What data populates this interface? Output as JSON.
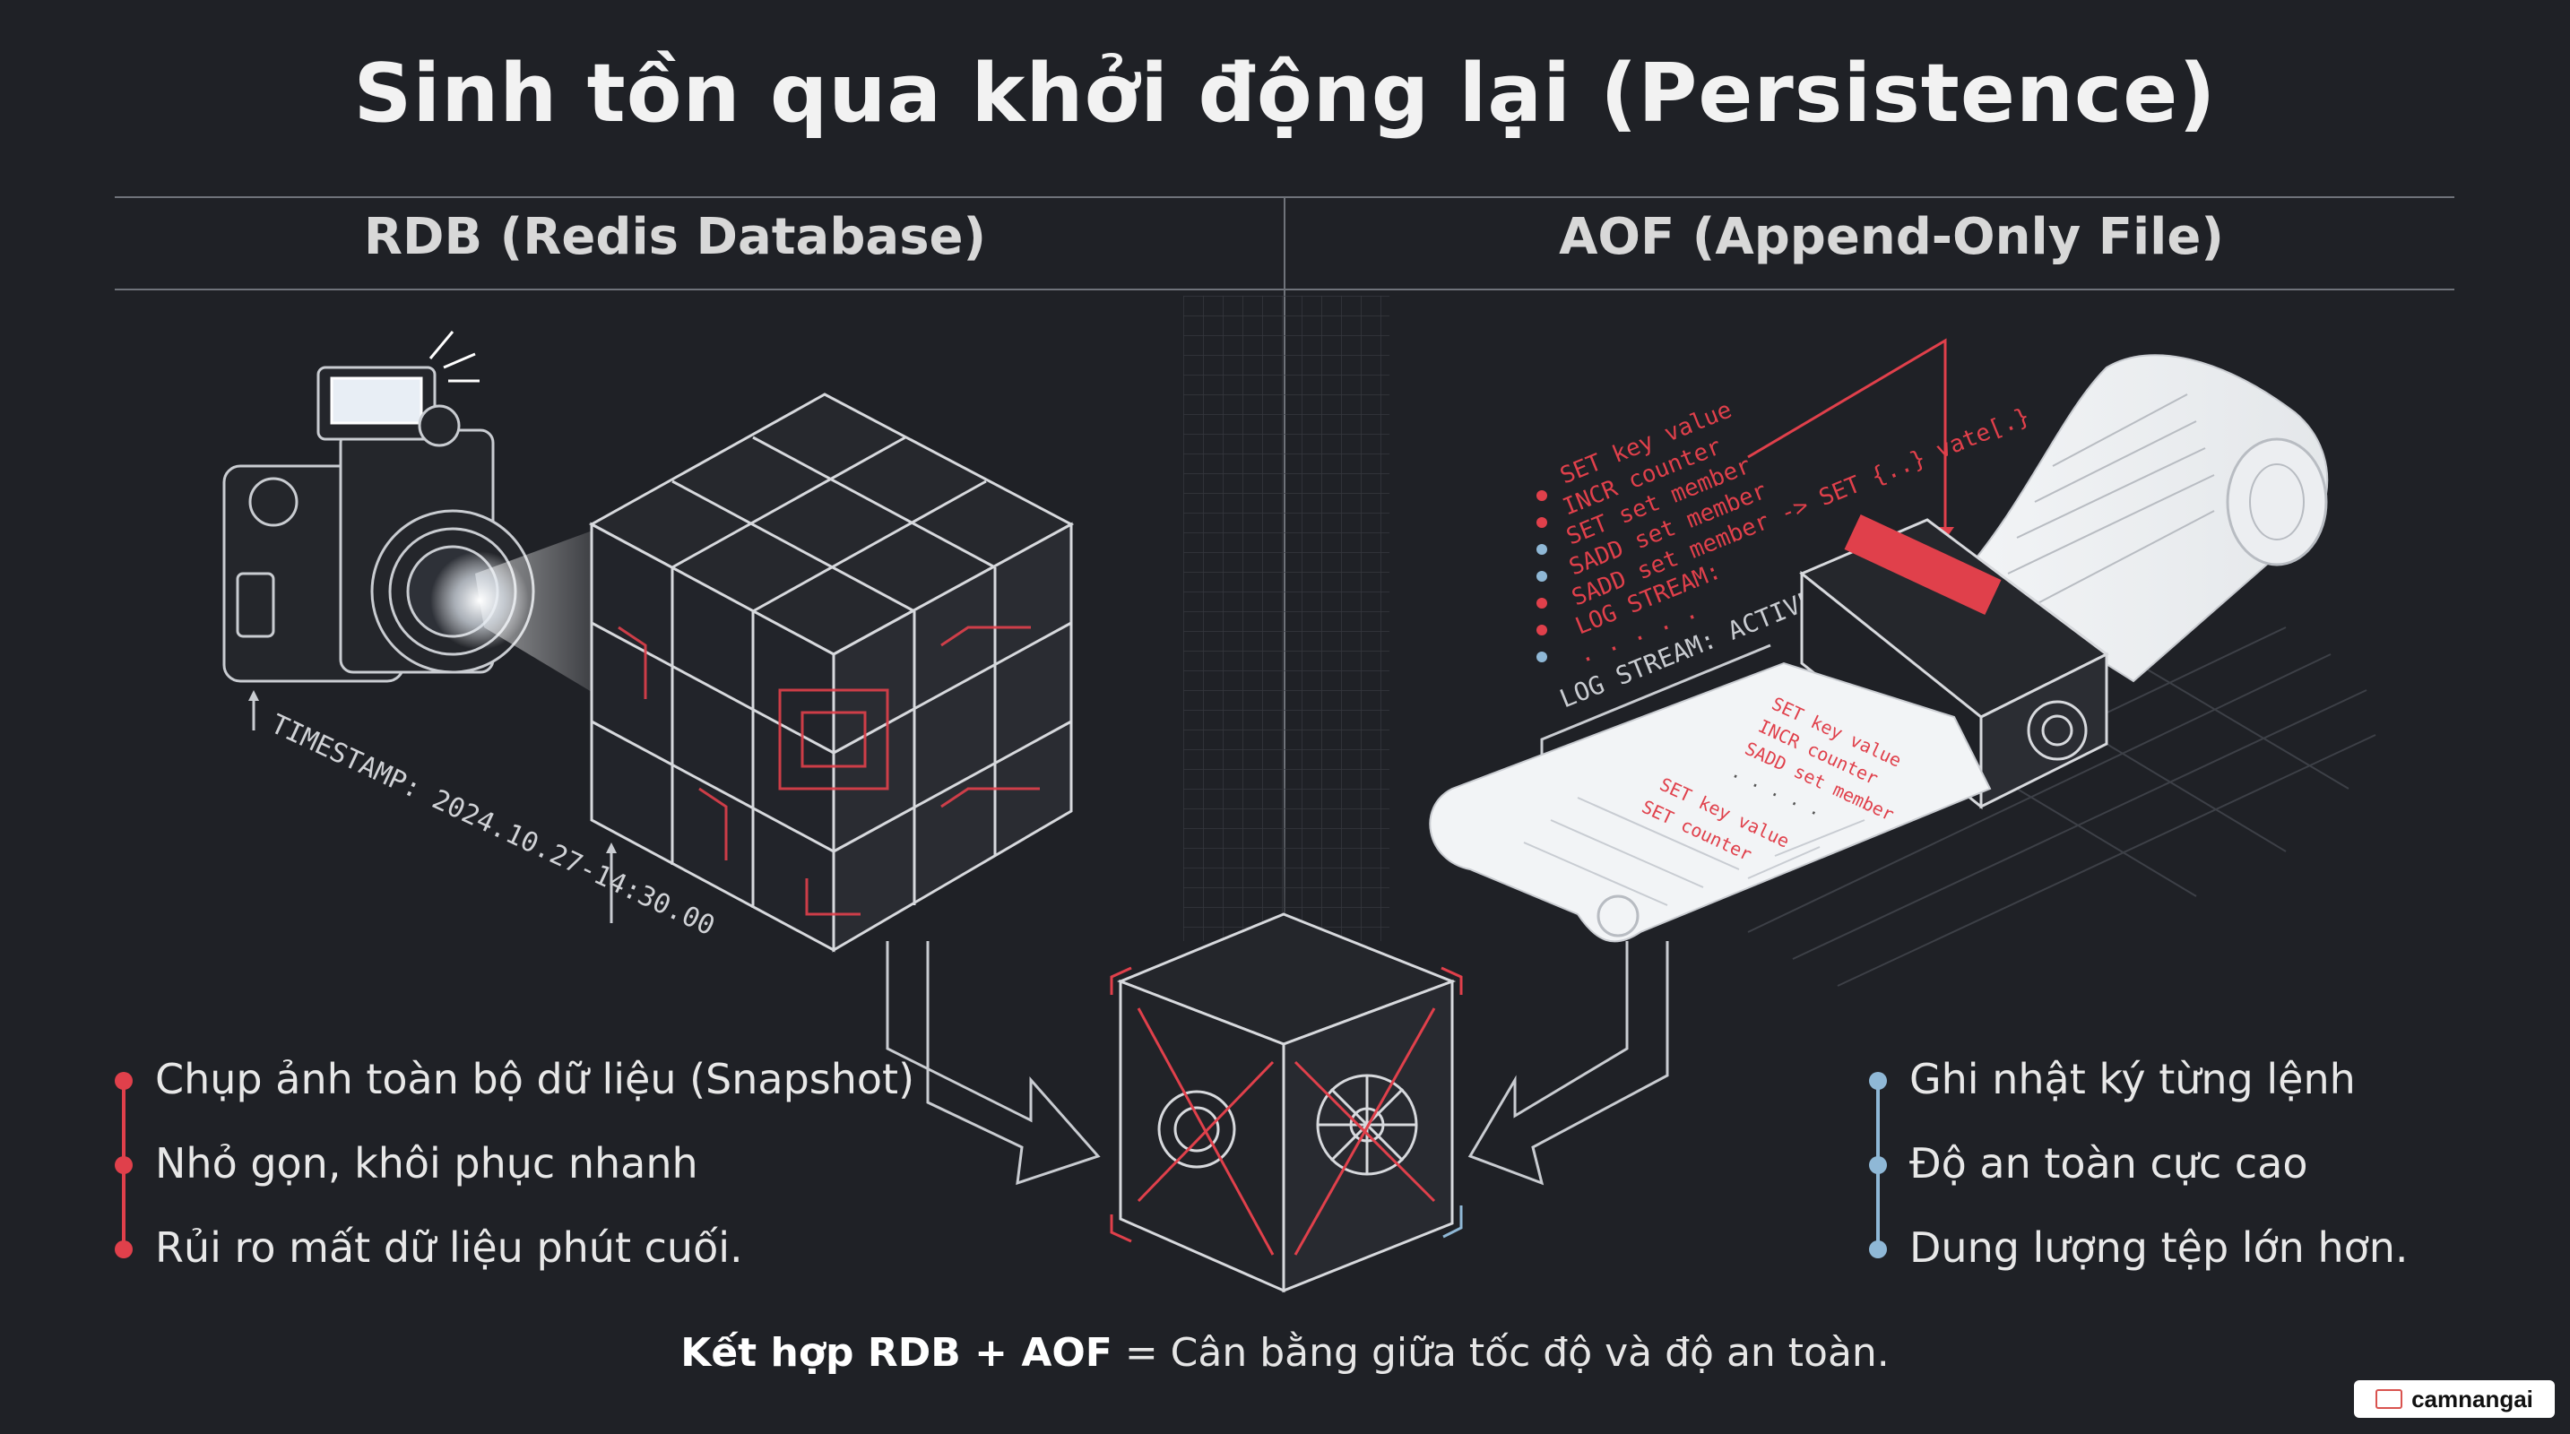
{
  "title": "Sinh tồn qua khởi động lại (Persistence)",
  "columns": {
    "left_header": "RDB (Redis Database)",
    "right_header": "AOF (Append-Only File)"
  },
  "rdb": {
    "timestamp": "TIMESTAMP: 2024.10.27-14:30.00",
    "bullets": [
      "Chụp ảnh toàn bộ dữ liệu (Snapshot)",
      "Nhỏ gọn, khôi phục nhanh",
      "Rủi ro mất dữ liệu phút cuối."
    ]
  },
  "aof": {
    "log_lines": [
      "SET key value",
      "INCR counter",
      "SET set member",
      "SADD set member",
      "SADD set member -> SET {..} vate[.}",
      "LOG STREAM:",
      ". . . . ."
    ],
    "log_stream_label": "LOG STREAM: ACTIVE",
    "paper_lines": [
      "SET key value",
      "INCR counter",
      "SADD set member",
      ". . . . .",
      "SET key value",
      "SET counter"
    ],
    "bullets": [
      "Ghi nhật ký từng lệnh",
      "Độ an toàn cực cao",
      "Dung lượng tệp lớn hơn."
    ]
  },
  "footer": {
    "bold": "Kết hợp RDB + AOF",
    "rest": " = Cân bằng giữa tốc độ và độ an toàn."
  },
  "watermark": "camnangai",
  "colors": {
    "background": "#1f2126",
    "accent_red": "#e0404b",
    "accent_blue": "#8fb8d6",
    "line": "#c9ccd1"
  }
}
